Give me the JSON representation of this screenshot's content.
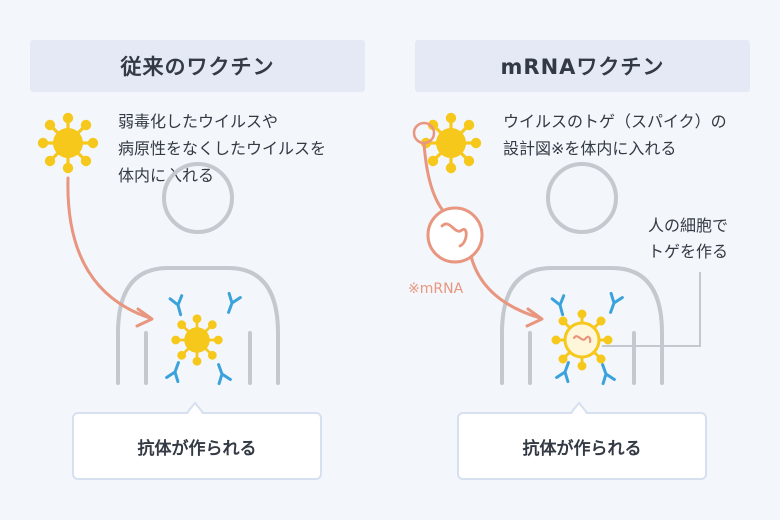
{
  "left": {
    "title": "従来のワクチン",
    "description": "弱毒化したウイルスや\n病原性をなくしたウイルスを\n体内に入れる",
    "result": "抗体が作られる"
  },
  "right": {
    "title": "mRNAワクチン",
    "description": "ウイルスのトゲ（スパイク）の\n設計図※を体内に入れる",
    "cell_label": "人の細胞で\nトゲを作る",
    "mrna_note": "※mRNA",
    "result": "抗体が作られる"
  },
  "colors": {
    "header_bg": "#e4e9f5",
    "virus": "#f7c81c",
    "antibody": "#3aa3dc",
    "arrow": "#e8967f",
    "body_outline": "#c4c8cf"
  }
}
